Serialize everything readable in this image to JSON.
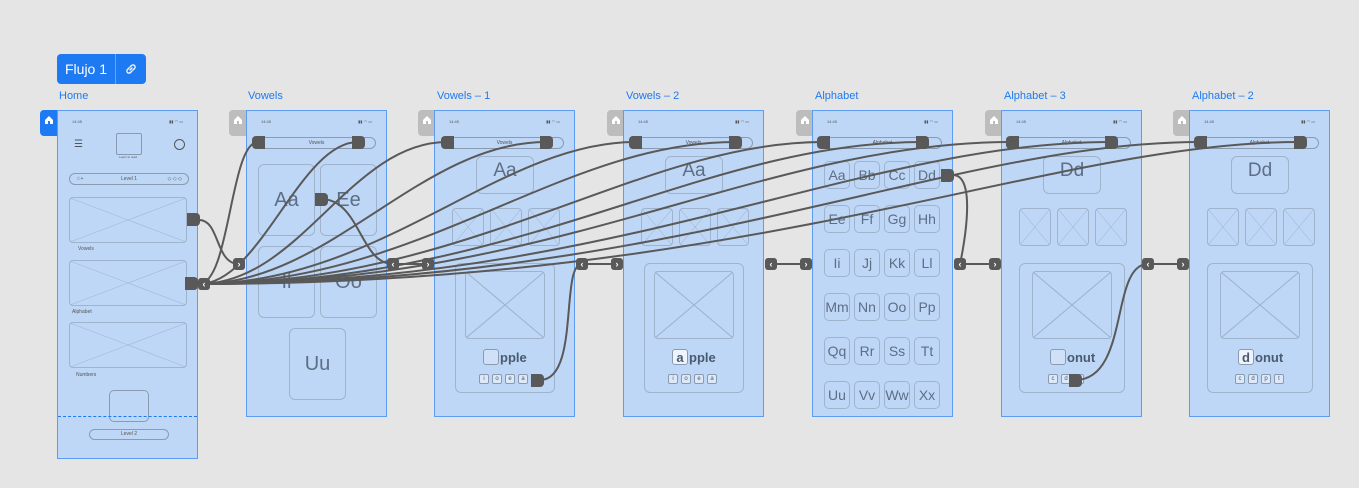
{
  "flow": {
    "name": "Flujo 1"
  },
  "frames": [
    {
      "title": "Home",
      "level1": "Level 1",
      "level2": "Level 2",
      "cards": [
        "Vowels",
        "Alphabet",
        "Numbers"
      ],
      "brand": "Learn to read"
    },
    {
      "title": "Vowels",
      "bar": "Vowels",
      "tiles": [
        "Aa",
        "Ee",
        "Ii",
        "Oo",
        "Uu"
      ]
    },
    {
      "title": "Vowels – 1",
      "bar": "Vowels",
      "letter": "Aa",
      "word_rest": "pple",
      "options": [
        "i",
        "o",
        "e",
        "a"
      ]
    },
    {
      "title": "Vowels – 2",
      "bar": "Vowels",
      "letter": "Aa",
      "word_fill": "a",
      "word_rest": "pple",
      "options": [
        "i",
        "o",
        "e",
        "a"
      ]
    },
    {
      "title": "Alphabet",
      "bar": "Alphabet",
      "letters": [
        "Aa",
        "Bb",
        "Cc",
        "Dd",
        "Ee",
        "Ff",
        "Gg",
        "Hh",
        "Ii",
        "Jj",
        "Kk",
        "Ll",
        "Mm",
        "Nn",
        "Oo",
        "Pp",
        "Qq",
        "Rr",
        "Ss",
        "Tt",
        "Uu",
        "Vv",
        "Ww",
        "Xx"
      ]
    },
    {
      "title": "Alphabet – 3",
      "bar": "Alphabet",
      "letter": "Dd",
      "word_rest": "onut",
      "options": [
        "c",
        "d",
        "t"
      ]
    },
    {
      "title": "Alphabet – 2",
      "bar": "Alphabet",
      "letter": "Dd",
      "word_fill": "d",
      "word_rest": "onut",
      "options": [
        "c",
        "d",
        "p",
        "t"
      ]
    }
  ],
  "status_time": "14:45",
  "colors": {
    "canvas": "#e5e5e5",
    "frame_fill": "#bfd7f6",
    "frame_border": "#5d9cf0",
    "accent": "#1d7af2",
    "connector": "#595959"
  }
}
